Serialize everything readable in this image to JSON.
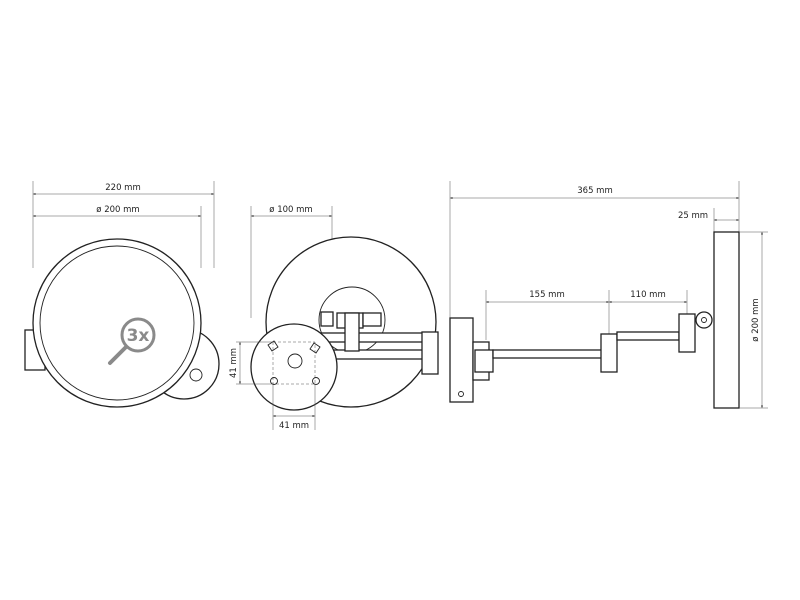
{
  "dimensions": {
    "front_width": "220 mm",
    "front_diameter": "ø 200 mm",
    "back_diameter": "ø 100 mm",
    "mount_height": "41 mm",
    "mount_width": "41 mm",
    "total_length": "365 mm",
    "mirror_depth": "25 mm",
    "arm_segment_1": "155 mm",
    "arm_segment_2": "110 mm",
    "side_diameter": "ø 200 mm"
  },
  "magnification_badge": "3x",
  "icons": {
    "magnifier": "magnifier-icon"
  },
  "colors": {
    "line": "#222222",
    "badge": "#8a8a8a"
  }
}
